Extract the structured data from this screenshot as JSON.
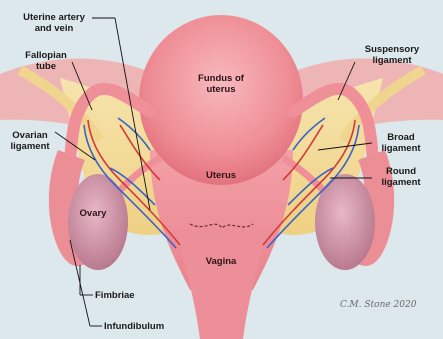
{
  "labels": {
    "uterine_artery_vein": "Uterine artery\nand vein",
    "fallopian_tube": "Fallopian\ntube",
    "ovarian_ligament": "Ovarian\nligament",
    "ovary": "Ovary",
    "fimbriae": "Fimbriae",
    "infundibulum": "Infundibulum",
    "fundus": "Fundus of\nuterus",
    "uterus": "Uterus",
    "vagina": "Vagina",
    "suspensory_ligament": "Suspensory\nligament",
    "broad_ligament": "Broad\nligament",
    "round_ligament": "Round\nligament"
  },
  "signature": "C.M. Stone 2020",
  "colors": {
    "background": "#dde8ec",
    "uterus": "#ef8b93",
    "uterus_highlight": "#f6b3b7",
    "ligament": "#f3dd9a",
    "artery": "#d23a3a",
    "vein": "#3a63c8",
    "ovary": "#cf8fa5"
  }
}
